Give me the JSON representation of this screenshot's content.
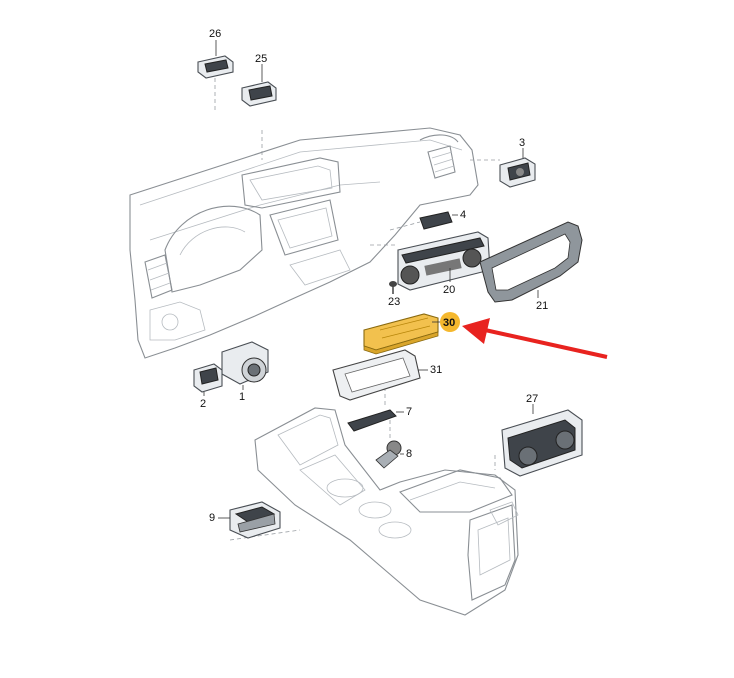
{
  "colors": {
    "highlight_part": "#f2c14e",
    "highlight_badge": "#f5b82e",
    "arrow": "#e8231f"
  },
  "callouts": {
    "p1": "1",
    "p2": "2",
    "p3": "3",
    "p4": "4",
    "p7": "7",
    "p8": "8",
    "p9": "9",
    "p20": "20",
    "p21": "21",
    "p23": "23",
    "p25": "25",
    "p26": "26",
    "p27": "27",
    "p30": "30",
    "p31": "31"
  },
  "highlighted_part": "30"
}
